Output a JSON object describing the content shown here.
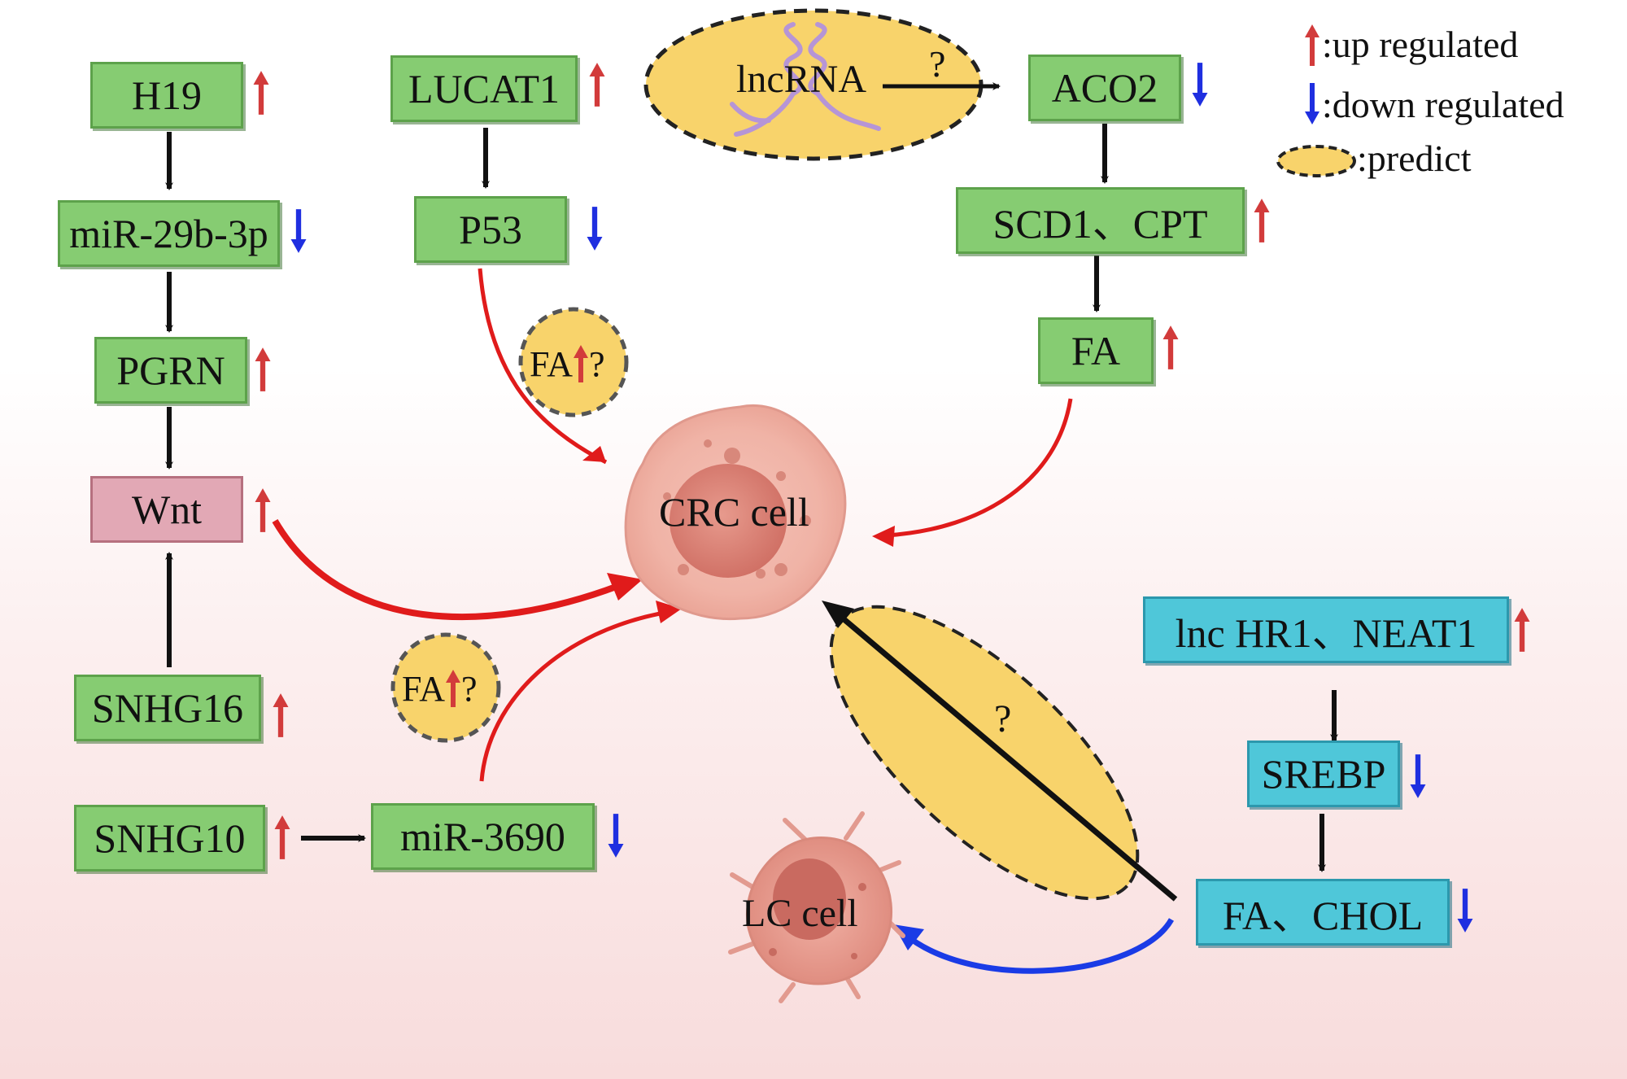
{
  "nodes": {
    "h19": "H19",
    "mir29b": "miR-29b-3p",
    "pgrn": "PGRN",
    "wnt": "Wnt",
    "snhg16": "SNHG16",
    "snhg10": "SNHG10",
    "mir3690": "miR-3690",
    "lucat1": "LUCAT1",
    "p53": "P53",
    "aco2": "ACO2",
    "scd1_cpt": "SCD1、CPT",
    "fa": "FA",
    "lnc_hr1_neat1": "lnc HR1、NEAT1",
    "srebp": "SREBP",
    "fa_chol": "FA、CHOL"
  },
  "cells": {
    "crc": "CRC cell",
    "lc": "LC cell"
  },
  "predict": {
    "lncrna": "lncRNA",
    "lncrna_q": "?",
    "fa_label": "FA",
    "fa_q": "?",
    "big_q": "?"
  },
  "legend": {
    "up": ":up regulated",
    "down": ":down regulated",
    "predict": ":predict"
  },
  "colors": {
    "up_arrow": "#d23b3b",
    "down_arrow": "#1f2fe0",
    "red_link": "#e01b1b",
    "blue_link": "#1a3be6",
    "green_box": "#86cc72",
    "cyan_box": "#4fc7d9",
    "pink_box": "#e2a8b5",
    "predict_fill": "#f8d36b"
  },
  "regulation": {
    "h19": "up",
    "mir29b": "down",
    "pgrn": "up",
    "wnt": "up",
    "snhg16": "up",
    "snhg10": "up",
    "mir3690": "down",
    "lucat1": "up",
    "p53": "down",
    "aco2": "down",
    "scd1_cpt": "up",
    "fa": "up",
    "lnc_hr1_neat1": "up",
    "srebp": "down",
    "fa_chol": "down"
  }
}
